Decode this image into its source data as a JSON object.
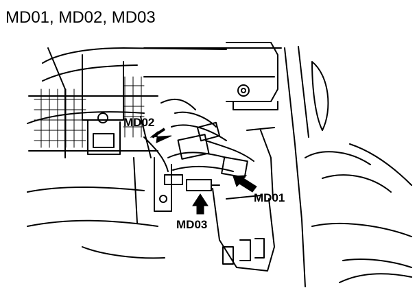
{
  "title": "MD01, MD02, MD03",
  "callouts": {
    "md01": "MD01",
    "md02": "MD02",
    "md03": "MD03"
  },
  "colors": {
    "ink": "#000000",
    "paper": "#ffffff"
  }
}
